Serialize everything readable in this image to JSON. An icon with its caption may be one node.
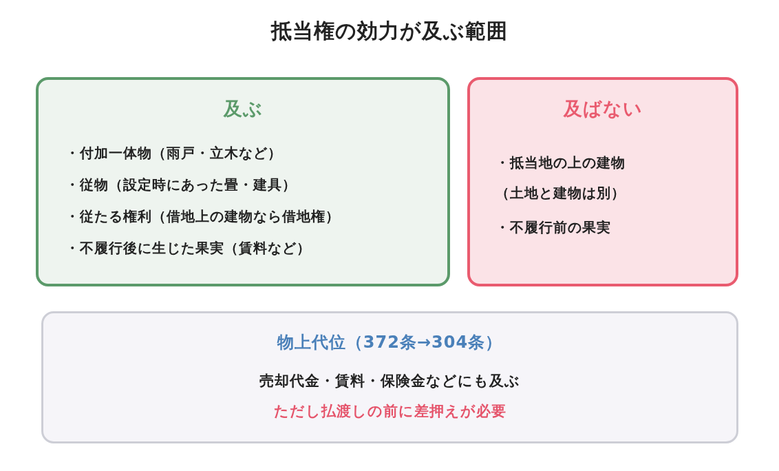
{
  "diagram": {
    "title": "抵当権の効力が及ぶ範囲",
    "nodes": [
      {
        "text": [
          "及ぶ",
          "・付加一体物（雨戸・立木など）",
          "・従物（設定時にあった畳・建具）",
          "・従たる権利（借地上の建物なら借地権）",
          "・不履行後に生じた果実（賃料など）"
        ]
      },
      {
        "text": [
          "及ばない",
          "・抵当地の上の建物（土地と建物は別）",
          "・不履行前の果実"
        ]
      },
      {
        "text": [
          "物上代位（372条→304条）",
          "売却代金・賃料・保険金などにも及ぶ",
          "ただし払渡しの前に差押えが必要"
        ]
      }
    ]
  }
}
